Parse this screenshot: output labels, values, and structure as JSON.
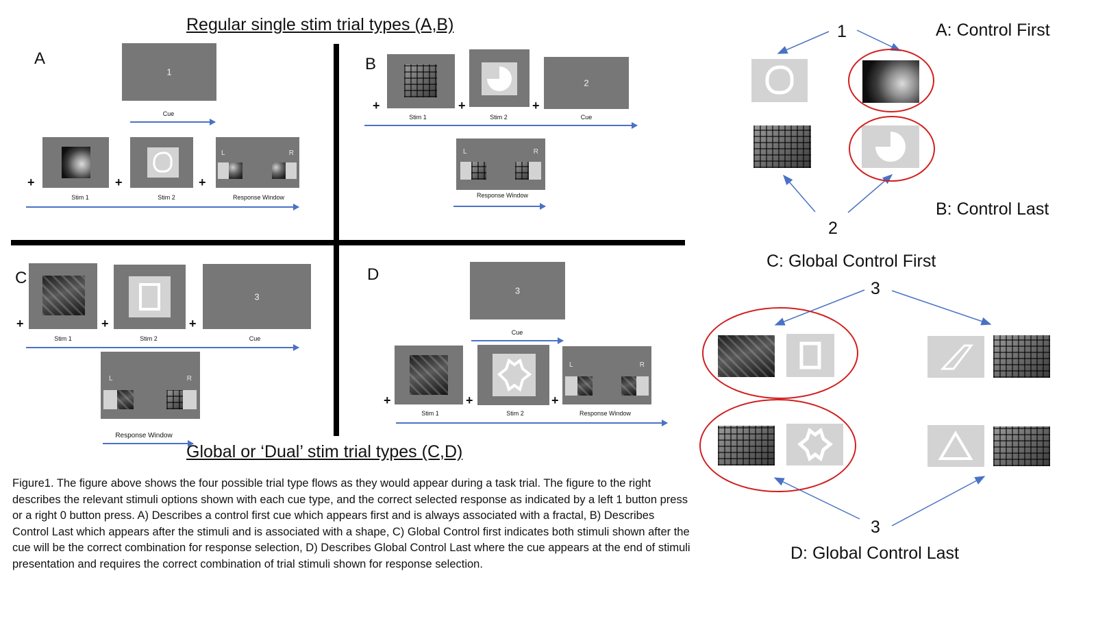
{
  "headings": {
    "regular": "Regular single stim trial types (A,B)",
    "global": "Global or ‘Dual’ stim trial types (C,D)"
  },
  "panels": {
    "a": {
      "letter": "A",
      "cue_number": "1",
      "cue_label": "Cue",
      "stim1_label": "Stim 1",
      "stim2_label": "Stim 2",
      "response_label": "Response Window",
      "left_key": "L",
      "right_key": "R",
      "plus": "+"
    },
    "b": {
      "letter": "B",
      "cue_number": "2",
      "cue_label": "Cue",
      "stim1_label": "Stim 1",
      "stim2_label": "Stim 2",
      "response_label": "Response Window",
      "left_key": "L",
      "right_key": "R",
      "plus": "+"
    },
    "c": {
      "letter": "C",
      "cue_number": "3",
      "cue_label": "Cue",
      "stim1_label": "Stim 1",
      "stim2_label": "Stim 2",
      "response_label": "Response Window",
      "left_key": "L",
      "right_key": "R",
      "plus": "+"
    },
    "d": {
      "letter": "D",
      "cue_number": "3",
      "cue_label": "Cue",
      "stim1_label": "Stim 1",
      "stim2_label": "Stim 2",
      "response_label": "Response Window",
      "left_key": "L",
      "right_key": "R",
      "plus": "+"
    }
  },
  "caption": "Figure1. The figure above shows the four possible trial type flows as they would appear during a task trial. The figure to the right describes the relevant stimuli options shown with each cue type, and the correct selected response as indicated by a left 1 button press or a right 0 button press. A) Describes a control first cue which appears first and is always associated with a fractal, B) Describes Control Last which appears after the stimuli and is associated with a shape, C) Global Control first indicates both stimuli shown after the cue will be the correct combination for response selection, D) Describes Global Control Last where the cue appears at the end of stimuli presentation and requires the correct combination of trial stimuli shown for response selection.",
  "right": {
    "label_a": "A: Control First",
    "label_b": "B: Control Last",
    "label_c": "C: Global Control First",
    "label_d": "D: Global Control Last",
    "num_top": "1",
    "num_2": "2",
    "num_3_top": "3",
    "num_3_bottom": "3"
  },
  "colors": {
    "arrow": "#4a72c4",
    "oval": "#d11f1f",
    "screen": "#777777",
    "shape_bg": "#d3d3d3"
  }
}
